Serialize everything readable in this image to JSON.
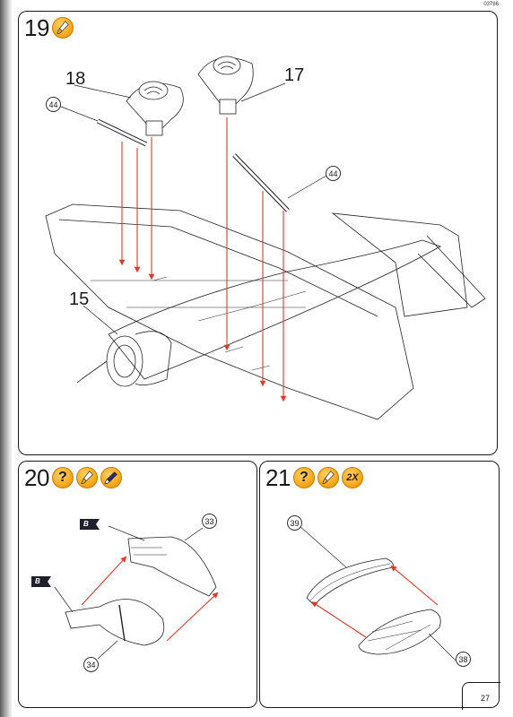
{
  "doc_code": "03766",
  "page_number": "27",
  "steps": [
    {
      "number": "19",
      "icons": [
        "paint-brush-icon"
      ],
      "labels": {
        "part_18": "18",
        "part_17": "17",
        "part_15": "15"
      },
      "callouts": {
        "part_44_left": "44",
        "part_44_right": "44"
      }
    },
    {
      "number": "20",
      "icons": [
        "question-mark-icon",
        "paint-brush-icon",
        "glue-brush-icon"
      ],
      "question_mark": "?",
      "callouts": {
        "part_33": "33",
        "part_34": "34"
      },
      "paint_flags": [
        "B",
        "B"
      ]
    },
    {
      "number": "21",
      "icons": [
        "question-mark-icon",
        "paint-brush-icon",
        "repeat-badge"
      ],
      "question_mark": "?",
      "repeat": "2X",
      "callouts": {
        "part_39": "39",
        "part_38": "38"
      }
    }
  ],
  "colors": {
    "arrow": "#e03a2a",
    "badge": "#f7a91c",
    "line": "#1a1a1a"
  }
}
